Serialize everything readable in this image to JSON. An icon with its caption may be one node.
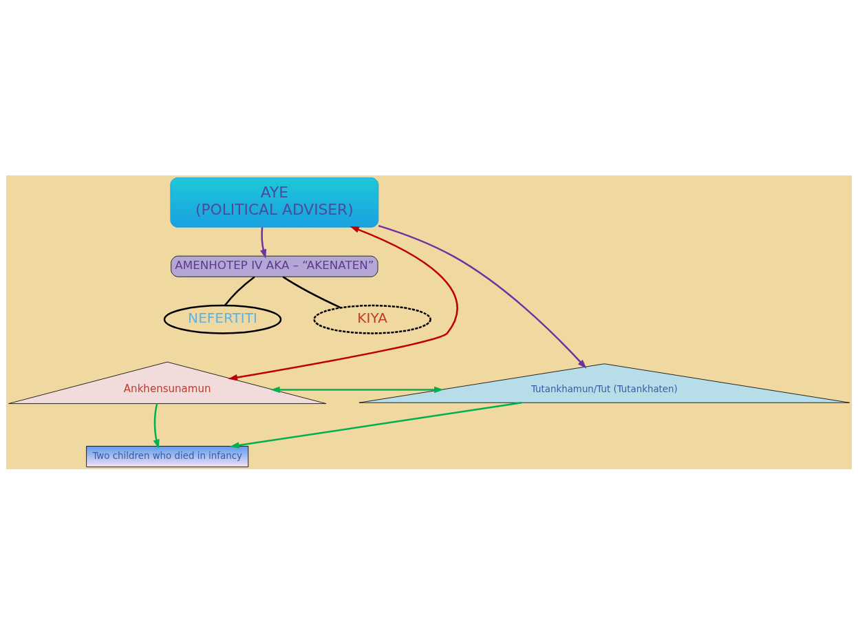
{
  "diagram": {
    "nodes": [
      {
        "text": [
          "AYE",
          "(POLITICAL ADVISER)"
        ]
      },
      {
        "text": [
          "AMENHOTEP IV AKA – “AKENATEN”"
        ]
      },
      {
        "text": [
          "NEFERTITI"
        ]
      },
      {
        "text": [
          "KIYA"
        ]
      },
      {
        "text": [
          "Ankhensunamun"
        ]
      },
      {
        "text": [
          "Tutankhamun/Tut (Tutankhaten)"
        ]
      },
      {
        "text": [
          "Two children who died in infancy"
        ]
      }
    ],
    "edges": [
      {
        "from": 0,
        "to": 1,
        "arrow": "to",
        "color": "#7030a0"
      },
      {
        "from": 0,
        "to": 5,
        "arrow": "to",
        "color": "#7030a0"
      },
      {
        "from": 1,
        "to": 2,
        "arrow": "none",
        "color": "#000000"
      },
      {
        "from": 1,
        "to": 3,
        "arrow": "none",
        "color": "#000000"
      },
      {
        "from": 0,
        "to": 4,
        "arrow": "both",
        "color": "#c00000"
      },
      {
        "from": 4,
        "to": 5,
        "arrow": "both",
        "color": "#00b050"
      },
      {
        "from": 4,
        "to": 6,
        "arrow": "to",
        "color": "#00b050"
      },
      {
        "from": 5,
        "to": 6,
        "arrow": "to",
        "color": "#00b050"
      }
    ]
  }
}
